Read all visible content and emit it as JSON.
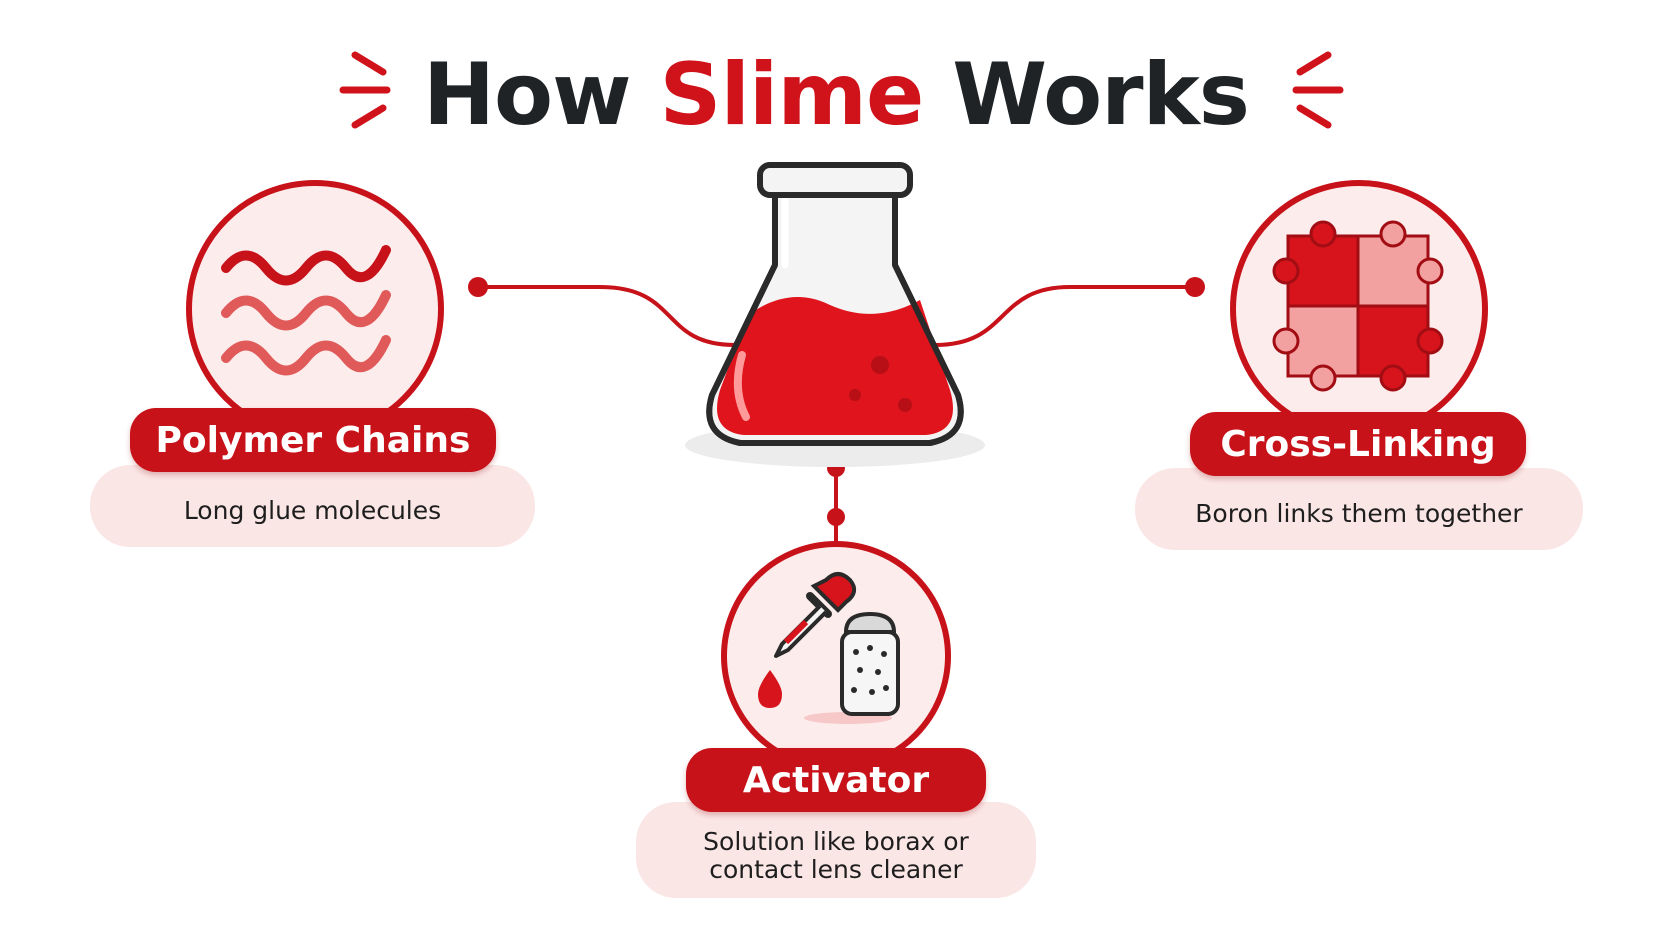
{
  "title": {
    "word1": "How",
    "word2": "Slime",
    "word3": "Works"
  },
  "colors": {
    "accent": "#d0121b",
    "dark_text": "#1f2326",
    "pill_bg": "#c8121a",
    "desc_bg": "#fbe6e6",
    "liquid": "#e0141c"
  },
  "center": {
    "icon": "flask-icon"
  },
  "nodes": [
    {
      "icon": "wavy-lines-icon",
      "label": "Polymer Chains",
      "description": "Long glue molecules"
    },
    {
      "icon": "puzzle-pieces-icon",
      "label": "Cross-Linking",
      "description": "Boron links them together"
    },
    {
      "icon": "dropper-and-shaker-icon",
      "label": "Activator",
      "description_lines": [
        "Solution like borax or",
        "contact lens cleaner"
      ]
    }
  ]
}
